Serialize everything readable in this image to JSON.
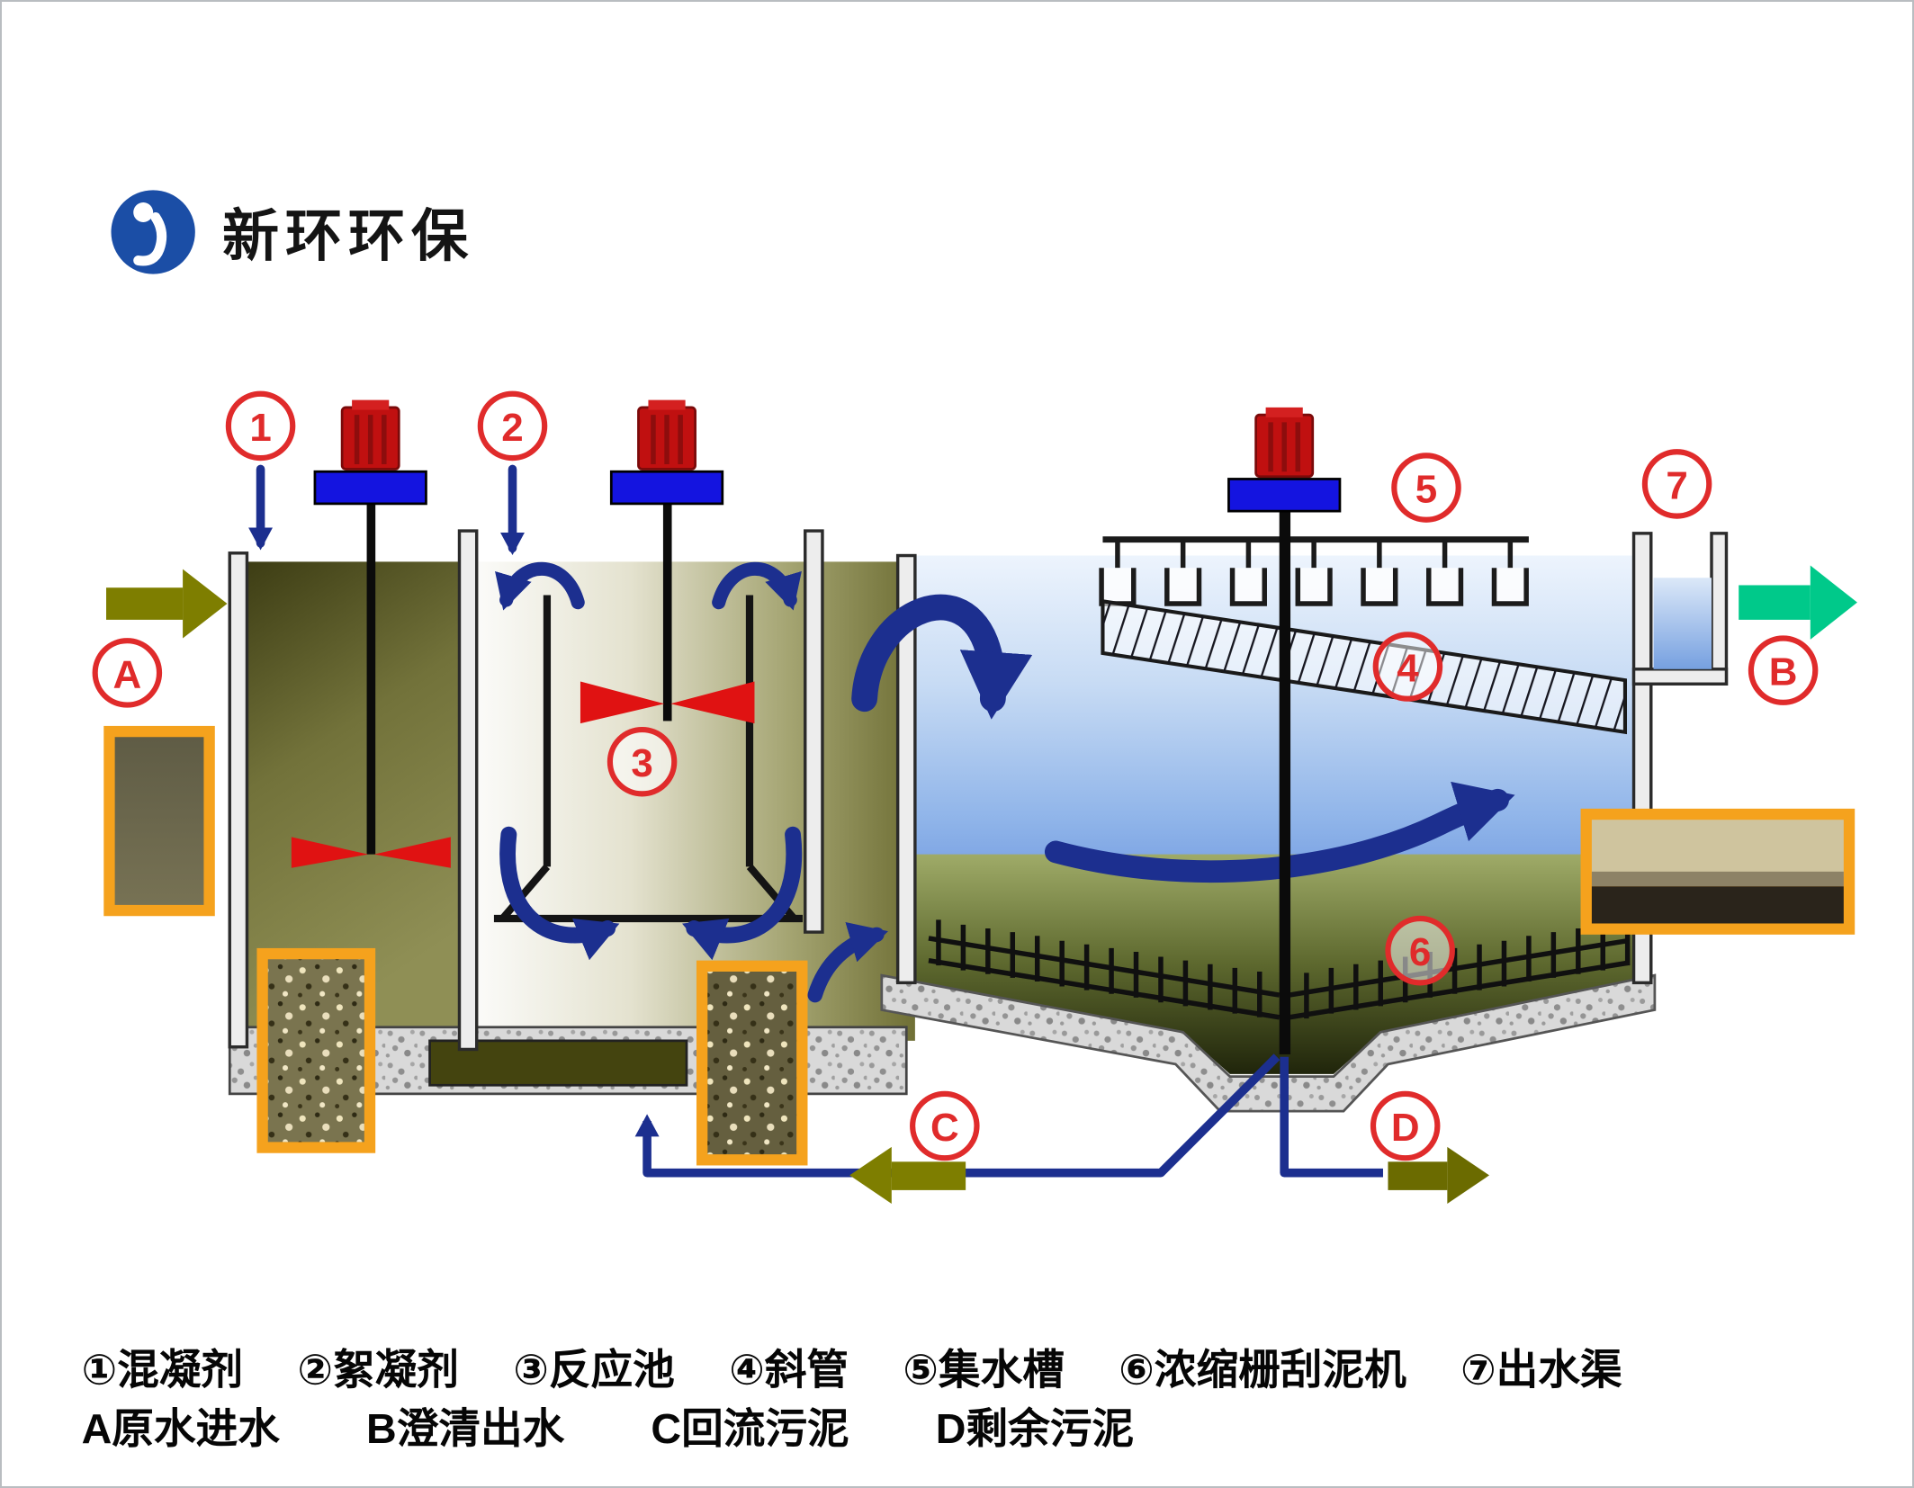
{
  "logo": {
    "brand": "新环环保"
  },
  "markers": {
    "m1": "1",
    "m2": "2",
    "m3": "3",
    "m4": "4",
    "m5": "5",
    "m6": "6",
    "m7": "7",
    "mA": "A",
    "mB": "B",
    "mC": "C",
    "mD": "D"
  },
  "legend": {
    "row1": [
      {
        "badge": "①",
        "label": "混凝剂"
      },
      {
        "badge": "②",
        "label": "絮凝剂"
      },
      {
        "badge": "③",
        "label": "反应池"
      },
      {
        "badge": "④",
        "label": "斜管"
      },
      {
        "badge": "⑤",
        "label": "集水槽"
      },
      {
        "badge": "⑥",
        "label": "浓缩栅刮泥机"
      },
      {
        "badge": "⑦",
        "label": "出水渠"
      }
    ],
    "row2": [
      {
        "badge": "A",
        "label": "原水进水"
      },
      {
        "badge": "B",
        "label": "澄清出水"
      },
      {
        "badge": "C",
        "label": "回流污泥"
      },
      {
        "badge": "D",
        "label": "剩余污泥"
      }
    ]
  },
  "colors": {
    "marker_ring": "#e02b2b",
    "flow_arrow_blue": "#1c2f8f",
    "raw_water_arrow": "#7e7e00",
    "waste_sludge_arrow": "#6b6b00",
    "clear_water_arrow": "#00c98a",
    "photo_frame": "#f5a21d",
    "motor_red": "#c01010",
    "motor_mount_blue": "#1414e0",
    "logo_blue": "#1b4ea6"
  }
}
